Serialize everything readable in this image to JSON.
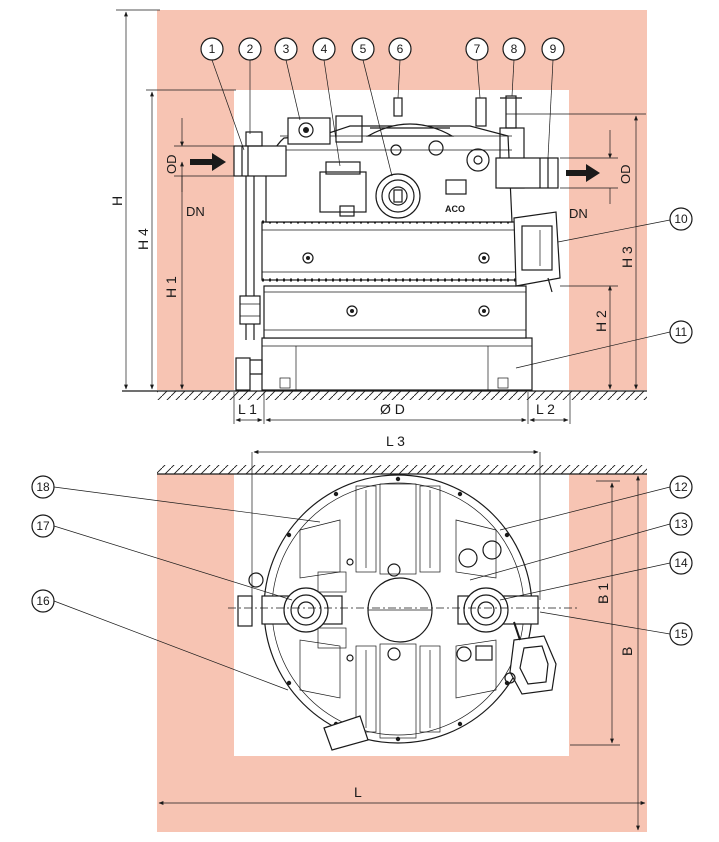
{
  "colors": {
    "wall": "#f7c4b3",
    "clear_space": "#ffffff",
    "line": "#1a1a1a"
  },
  "side_view": {
    "dimensions": {
      "h": "H",
      "h1": "H 1",
      "h2": "H 2",
      "h3": "H 3",
      "h4": "H 4",
      "l1": "L 1",
      "l2": "L 2",
      "diameter": "Ø D",
      "od_inlet": "OD",
      "dn_inlet": "DN",
      "od_outlet": "OD",
      "dn_outlet": "DN"
    },
    "logo": "ACO",
    "callouts": [
      "1",
      "2",
      "3",
      "4",
      "5",
      "6",
      "7",
      "8",
      "9",
      "10",
      "11"
    ]
  },
  "top_view": {
    "dimensions": {
      "l3": "L 3",
      "b1": "B 1",
      "b": "B",
      "l": "L"
    },
    "callouts": [
      "12",
      "13",
      "14",
      "15",
      "16",
      "17",
      "18"
    ]
  }
}
